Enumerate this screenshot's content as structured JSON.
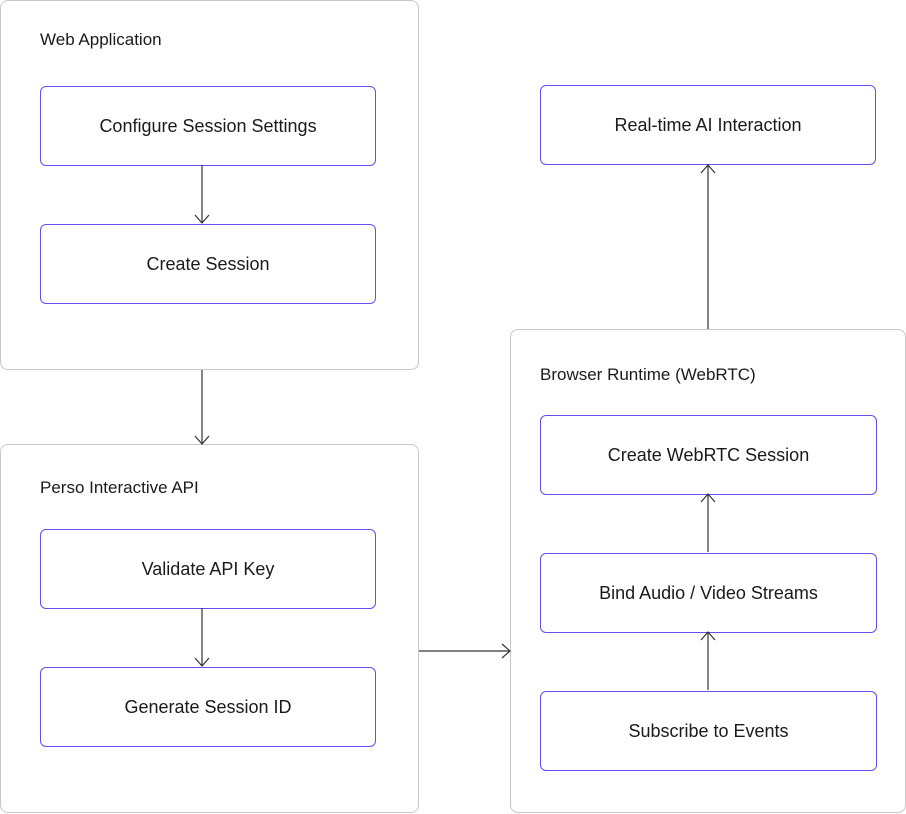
{
  "groups": {
    "web_app": {
      "title": "Web Application"
    },
    "perso_api": {
      "title": "Perso Interactive API"
    },
    "browser_runtime": {
      "title": "Browser Runtime (WebRTC)"
    }
  },
  "nodes": {
    "configure_session_settings": "Configure Session Settings",
    "create_session": "Create Session",
    "validate_api_key": "Validate API Key",
    "generate_session_id": "Generate Session ID",
    "realtime_ai_interaction": "Real-time AI Interaction",
    "create_webrtc_session": "Create WebRTC Session",
    "bind_audio_video_streams": "Bind Audio / Video Streams",
    "subscribe_to_events": "Subscribe to Events"
  },
  "colors": {
    "node_border": "#6a4cf0",
    "group_border": "#c8c8c8",
    "edge": "#333333"
  }
}
